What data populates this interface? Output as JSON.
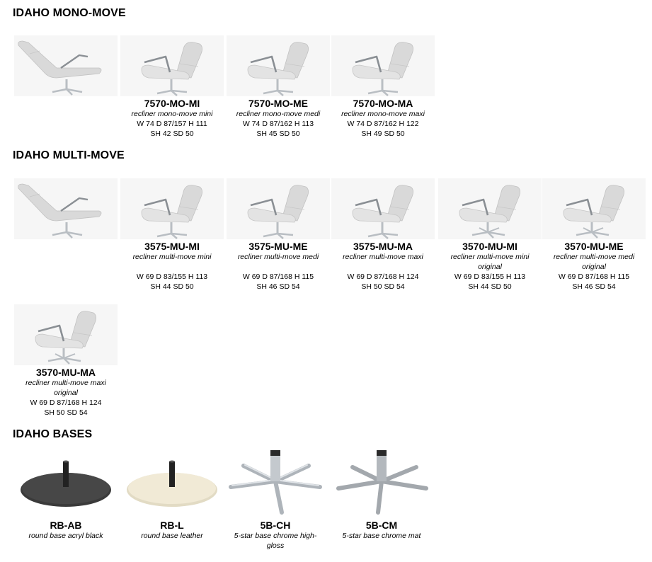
{
  "sections": [
    {
      "title": "IDAHO MONO-MOVE",
      "items": [
        {
          "code": "",
          "desc": "",
          "desc2": "",
          "dims1": "",
          "dims2": "",
          "image": "recliner-reclined-image"
        },
        {
          "code": "7570-MO-MI",
          "desc": "recliner mono-move mini",
          "desc2": "",
          "dims1": "W 74 D 87/157 H 111",
          "dims2": "SH 42 SD 50",
          "image": "recliner-image"
        },
        {
          "code": "7570-MO-ME",
          "desc": "recliner mono-move medi",
          "desc2": "",
          "dims1": "W 74 D 87/162 H 113",
          "dims2": "SH 45 SD 50",
          "image": "recliner-image"
        },
        {
          "code": "7570-MO-MA",
          "desc": "recliner mono-move maxi",
          "desc2": "",
          "dims1": "W 74 D 87/162 H 122",
          "dims2": "SH 49 SD 50",
          "image": "recliner-image"
        }
      ]
    },
    {
      "title": "IDAHO MULTI-MOVE",
      "items": [
        {
          "code": "",
          "desc": "",
          "desc2": "",
          "dims1": "",
          "dims2": "",
          "image": "recliner-reclined-image"
        },
        {
          "code": "3575-MU-MI",
          "desc": "recliner multi-move mini",
          "desc2": "",
          "dims1": "W 69 D 83/155 H 113",
          "dims2": "SH 44 SD 50",
          "image": "recliner-image"
        },
        {
          "code": "3575-MU-ME",
          "desc": "recliner multi-move medi",
          "desc2": "",
          "dims1": "W 69 D 87/168 H 115",
          "dims2": "SH 46 SD 54",
          "image": "recliner-image"
        },
        {
          "code": "3575-MU-MA",
          "desc": "recliner multi-move maxi",
          "desc2": "",
          "dims1": "W 69 D 87/168 H 124",
          "dims2": "SH 50 SD 54",
          "image": "recliner-image"
        },
        {
          "code": "3570-MU-MI",
          "desc": "recliner multi-move mini",
          "desc2": "original",
          "dims1": "W 69 D 83/155 H 113",
          "dims2": "SH 44 SD 50",
          "image": "recliner-star-image"
        },
        {
          "code": "3570-MU-ME",
          "desc": "recliner multi-move medi",
          "desc2": "original",
          "dims1": "W 69 D 87/168 H 115",
          "dims2": "SH 46 SD 54",
          "image": "recliner-star-image"
        },
        {
          "code": "3570-MU-MA",
          "desc": "recliner multi-move maxi",
          "desc2": "original",
          "dims1": "W 69 D 87/168 H 124",
          "dims2": "SH 50 SD 54",
          "image": "recliner-star-image"
        }
      ]
    },
    {
      "title": "IDAHO BASES",
      "items": [
        {
          "code": "RB-AB",
          "desc": "round base acryl black",
          "desc2": "",
          "dims1": "",
          "dims2": "",
          "image": "round-base-black-image"
        },
        {
          "code": "RB-L",
          "desc": "round base leather",
          "desc2": "",
          "dims1": "",
          "dims2": "",
          "image": "round-base-leather-image"
        },
        {
          "code": "5B-CH",
          "desc": "5-star base chrome high-",
          "desc2": "gloss",
          "dims1": "",
          "dims2": "",
          "image": "star-base-chrome-image"
        },
        {
          "code": "5B-CM",
          "desc": "5-star base chrome mat",
          "desc2": "",
          "dims1": "",
          "dims2": "",
          "image": "star-base-mat-image"
        }
      ]
    }
  ],
  "colors": {
    "leather": "#d9d9d9",
    "chrome": "#b9bec3",
    "base_black": "#3a3a3a",
    "base_leather": "#f1ead6"
  }
}
